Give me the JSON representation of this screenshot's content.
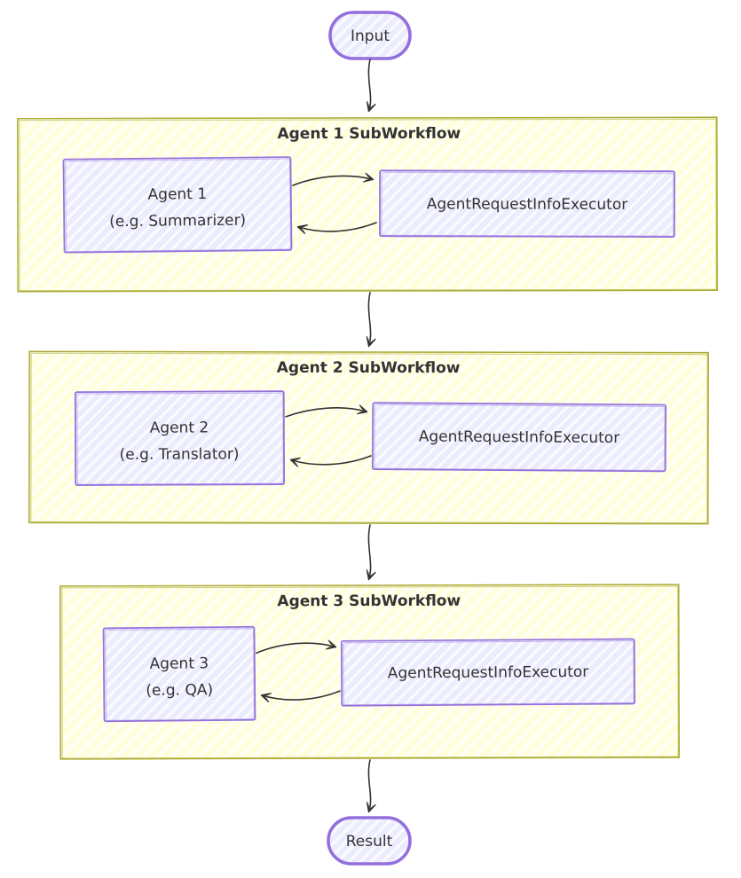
{
  "diagram": {
    "input_node": {
      "label": "Input"
    },
    "result_node": {
      "label": "Result"
    },
    "subworkflows": [
      {
        "title": "Agent 1 SubWorkflow",
        "agent_label_line1": "Agent 1",
        "agent_label_line2": "(e.g. Summarizer)",
        "executor_label": "AgentRequestInfoExecutor"
      },
      {
        "title": "Agent 2 SubWorkflow",
        "agent_label_line1": "Agent 2",
        "agent_label_line2": "(e.g. Translator)",
        "executor_label": "AgentRequestInfoExecutor"
      },
      {
        "title": "Agent 3 SubWorkflow",
        "agent_label_line1": "Agent 3",
        "agent_label_line2": "(e.g. QA)",
        "executor_label": "AgentRequestInfoExecutor"
      }
    ],
    "colors": {
      "cluster_fill": "#ffffde",
      "cluster_border": "#aaaa33",
      "node_fill": "#ECECFF",
      "node_border": "#9370DB",
      "text_color": "#333333",
      "arrow_color": "#333333"
    }
  }
}
